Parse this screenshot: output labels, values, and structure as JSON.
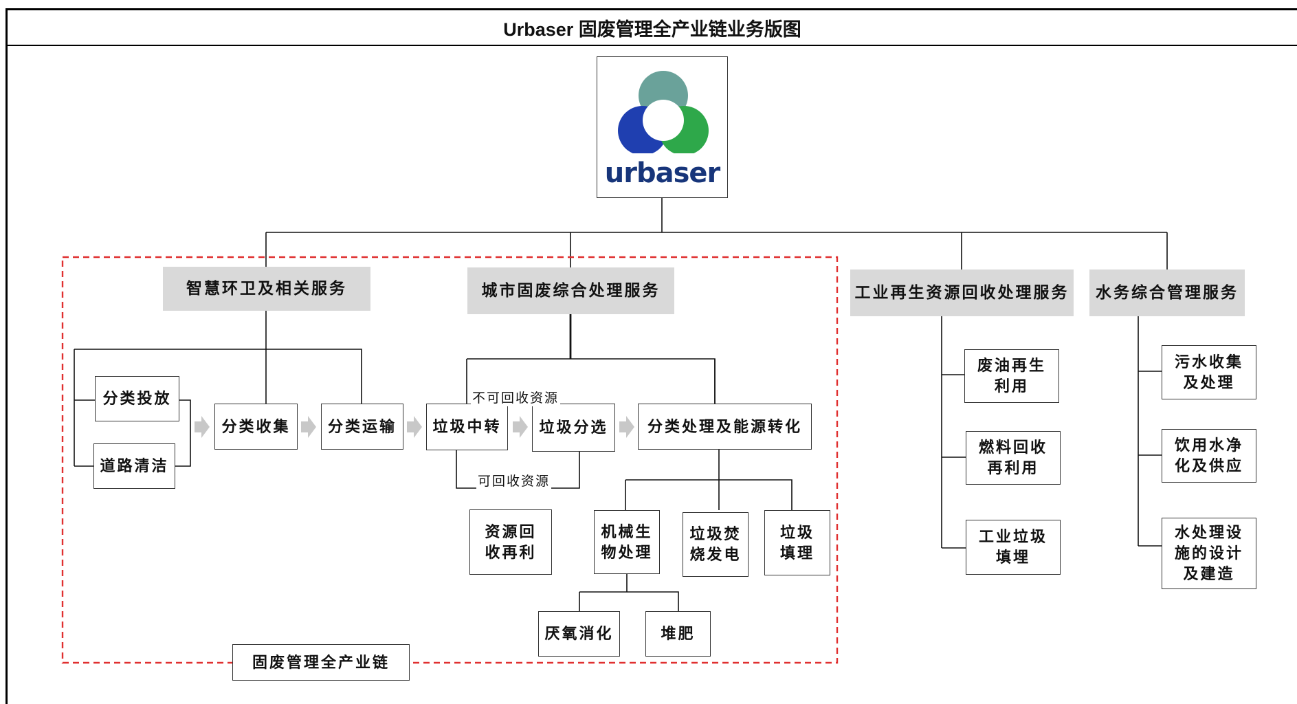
{
  "title": "Urbaser 固废管理全产业链业务版图",
  "logo": {
    "text": "urbaser",
    "colors": {
      "top": "#6aa29a",
      "left": "#1f3fb0",
      "right": "#2ea84a",
      "text": "#17357a"
    }
  },
  "colors": {
    "chain_border": "#e03030",
    "category_fill": "#d9d9d9"
  },
  "categories": {
    "smart": "智慧环卫及相关服务",
    "urban": "城市固废综合处理服务",
    "industrial": "工业再生资源回收处理服务",
    "water": "水务综合管理服务"
  },
  "smart_items": {
    "toss": "分类投放",
    "street": "道路清洁",
    "collect": "分类收集",
    "transport": "分类运输"
  },
  "urban_items": {
    "transfer": "垃圾中转",
    "sort": "垃圾分选",
    "process": "分类处理及能源转化",
    "nonrecyclable": "不可回收资源",
    "recyclable": "可回收资源",
    "reuse": "资源回收再利",
    "mbt": "机械生物处理",
    "incin": "垃圾焚烧发电",
    "landfill": "垃圾填理",
    "ad": "厌氧消化",
    "compost": "堆肥"
  },
  "industrial_items": {
    "oil": "废油再生利用",
    "fuel": "燃料回收再利用",
    "indlandfill": "工业垃圾填埋"
  },
  "water_items": {
    "sewage": "污水收集及处理",
    "drinking": "饮用水净化及供应",
    "facility": "水处理设施的设计及建造"
  },
  "chain_label": "固废管理全产业链"
}
